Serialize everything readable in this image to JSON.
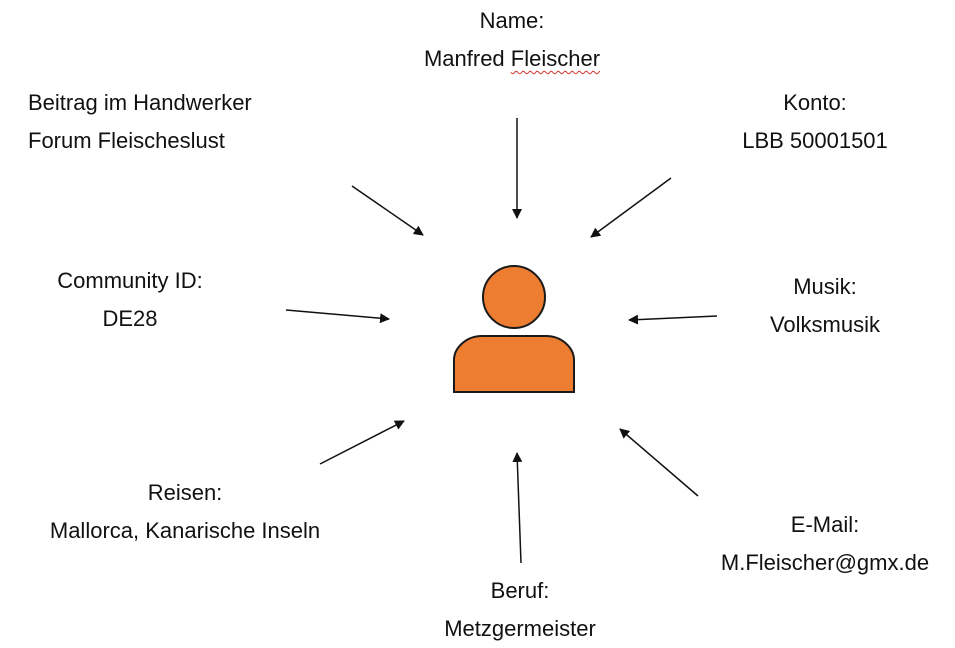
{
  "center": {
    "icon": "person-icon",
    "fill": "#ED7D31",
    "stroke": "#1a1a1a"
  },
  "labels": {
    "name": {
      "title": "Name:",
      "value": "Manfred Fleischer",
      "value_prefix": "Manfred ",
      "value_marked": "Fleischer"
    },
    "forum": {
      "line1": "Beitrag im Handwerker",
      "line2": "Forum Fleischeslust"
    },
    "konto": {
      "title": "Konto:",
      "value": "LBB 50001501"
    },
    "community": {
      "title": "Community ID:",
      "value": "DE28"
    },
    "musik": {
      "title": "Musik:",
      "value": "Volksmusik"
    },
    "reisen": {
      "title": "Reisen:",
      "value": "Mallorca, Kanarische Inseln"
    },
    "beruf": {
      "title": "Beruf:",
      "value": "Metzgermeister"
    },
    "email": {
      "title": "E-Mail:",
      "value": "M.Fleischer@gmx.de"
    }
  },
  "colors": {
    "arrow": "#111111",
    "text": "#111111",
    "spellcheck_underline": "#d93025"
  }
}
